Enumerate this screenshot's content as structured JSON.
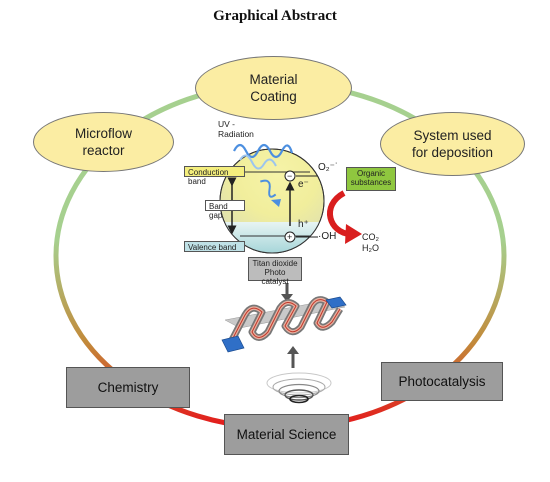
{
  "title": "Graphical Abstract",
  "ellipses": {
    "material_coating": "Material\nCoating",
    "microflow_reactor": "Microflow\nreactor",
    "system_deposition": "System used\nfor deposition"
  },
  "boxes": {
    "chemistry": "Chemistry",
    "photocatalysis": "Photocatalysis",
    "material_science": "Material Science"
  },
  "photocatalyst": {
    "uv_label": "UV -\nRadiation",
    "conduction_band": "Conduction band",
    "band_gap": "Band gap",
    "valence_band": "Valence band",
    "catalyst_label": "Titan dioxide\nPhoto catalyst",
    "organic_label": "Organic\nsubstances",
    "o2_label": "O₂⁻˙",
    "oh_label": "·OH",
    "electron": "e⁻",
    "hole": "h⁺",
    "minus_sign": "−",
    "plus_sign": "+",
    "products": "CO₂\nH₂O"
  },
  "colors": {
    "ring_top": "#a6d08f",
    "ring_bottom": "#e5181b",
    "ellipse_fill": "#fbeda3",
    "box_fill": "#9d9d9d",
    "conduction_fill": "#f4ee7d",
    "valence_fill": "#bfe1e6",
    "organic_fill": "#8fc73f",
    "arrow_red": "#d91e1e",
    "uv_blue": "#4c8fe0"
  },
  "icons": [
    "uv-wave-icon",
    "red-curved-arrow-icon",
    "microreactor-chip-icon",
    "spiral-coil-icon"
  ]
}
